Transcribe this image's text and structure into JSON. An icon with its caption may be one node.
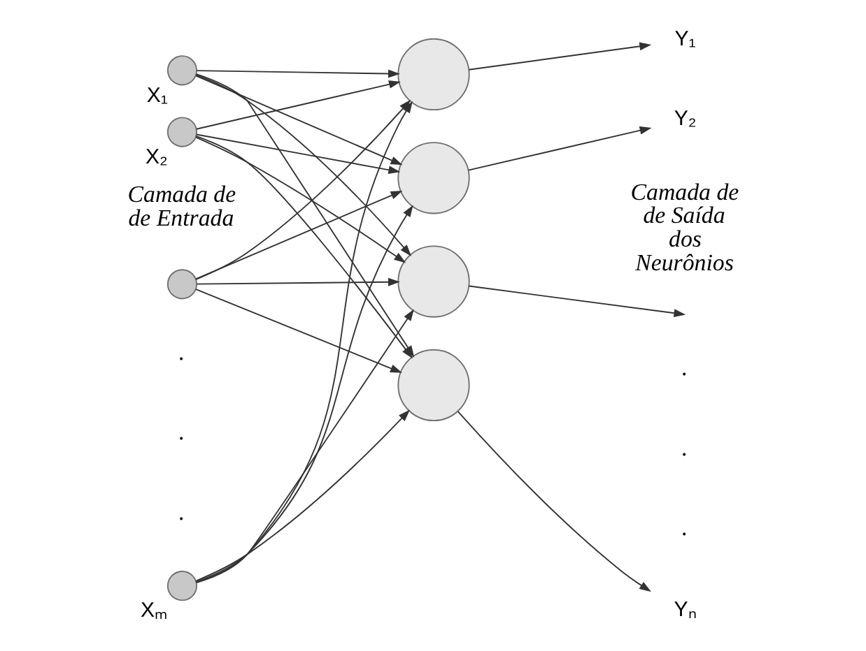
{
  "diagram": {
    "nodes": [
      {
        "text": [],
        "shape": "circle",
        "beside": [
          "X₁"
        ]
      },
      {
        "text": [],
        "shape": "circle",
        "beside": [
          "X₂"
        ]
      },
      {
        "text": [],
        "shape": "circle"
      },
      {
        "text": [],
        "shape": "circle",
        "beside": [
          "Xₘ"
        ]
      },
      {
        "text": [],
        "shape": "circle"
      },
      {
        "text": [],
        "shape": "circle"
      },
      {
        "text": [],
        "shape": "circle"
      },
      {
        "text": [],
        "shape": "circle"
      },
      {
        "text": [
          "Y₁"
        ]
      },
      {
        "text": [
          "Y₂"
        ]
      },
      {
        "text": [
          "Yₙ"
        ]
      }
    ],
    "edges": [
      {
        "from": 0,
        "to": 4,
        "arrow": "to"
      },
      {
        "from": 0,
        "to": 5,
        "arrow": "to"
      },
      {
        "from": 0,
        "to": 6,
        "arrow": "to"
      },
      {
        "from": 0,
        "to": 7,
        "arrow": "to"
      },
      {
        "from": 1,
        "to": 4,
        "arrow": "to"
      },
      {
        "from": 1,
        "to": 5,
        "arrow": "to"
      },
      {
        "from": 1,
        "to": 6,
        "arrow": "to"
      },
      {
        "from": 1,
        "to": 7,
        "arrow": "to"
      },
      {
        "from": 2,
        "to": 4,
        "arrow": "to"
      },
      {
        "from": 2,
        "to": 5,
        "arrow": "to"
      },
      {
        "from": 2,
        "to": 6,
        "arrow": "to"
      },
      {
        "from": 2,
        "to": 7,
        "arrow": "to"
      },
      {
        "from": 3,
        "to": 4,
        "arrow": "to"
      },
      {
        "from": 3,
        "to": 5,
        "arrow": "to"
      },
      {
        "from": 3,
        "to": 6,
        "arrow": "to"
      },
      {
        "from": 3,
        "to": 7,
        "arrow": "to"
      },
      {
        "from": 4,
        "to": 8,
        "arrow": "to"
      },
      {
        "from": 5,
        "to": 9,
        "arrow": "to"
      },
      {
        "from": 6,
        "to": null,
        "arrow": "to"
      },
      {
        "from": 7,
        "to": 10,
        "arrow": "to"
      }
    ],
    "labels": [
      "Camada de de Entrada",
      ".",
      ".",
      ".",
      "Camada de de Saída dos Neurônios",
      ".",
      ".",
      "."
    ]
  }
}
